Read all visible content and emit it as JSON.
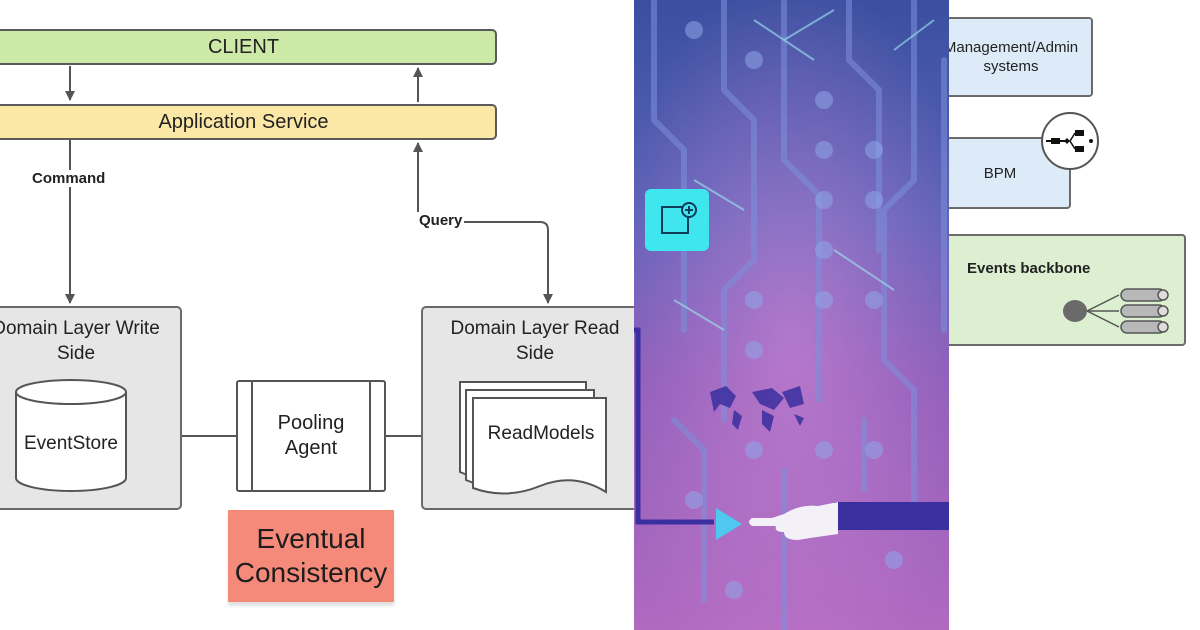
{
  "cqrs_diagram": {
    "client_label": "CLIENT",
    "app_service_label": "Application Service",
    "command_label": "Command",
    "query_label": "Query",
    "write_side_title": "Domain Layer Write Side",
    "read_side_title": "Domain Layer Read Side",
    "eventstore_label": "EventStore",
    "pooling_agent_label": "Pooling Agent",
    "readmodels_label": "ReadModels",
    "note_label": "Eventual Consistency"
  },
  "architecture_diagram": {
    "management_label": "Management/Admin systems",
    "bpm_label": "BPM",
    "events_backbone_label": "Events backbone"
  },
  "colors": {
    "client_fill": "#cde9a8",
    "app_service_fill": "#fbe8a6",
    "container_fill": "#e6e6e6",
    "note_fill": "#f58a7a",
    "box_blue": "#dcebf7",
    "box_green": "#dcefd0",
    "cyan_icon": "#3fe6ee",
    "purple": "#3b2fa0"
  }
}
